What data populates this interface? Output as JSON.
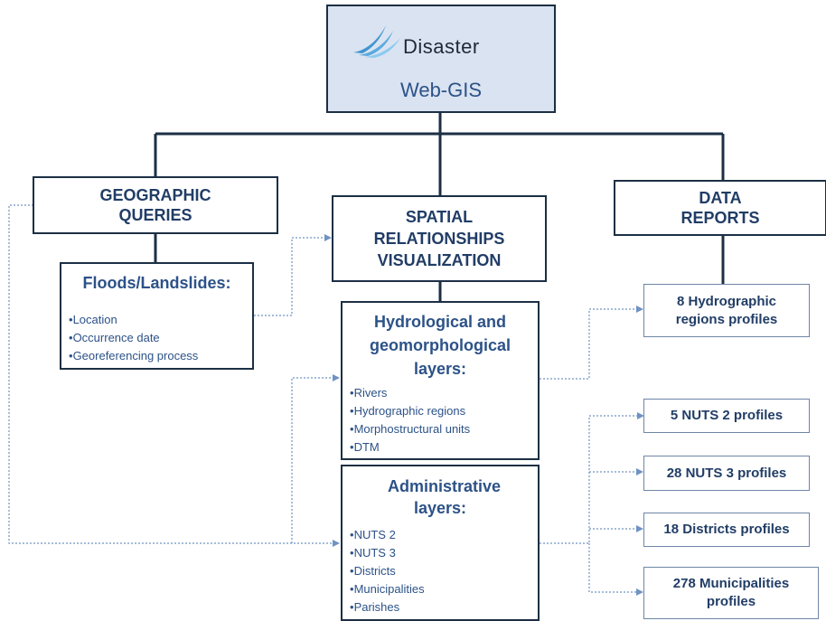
{
  "top": {
    "logo": "Disaster",
    "subtitle": "Web-GIS"
  },
  "geographic_queries": {
    "title": "GEOGRAPHIC QUERIES"
  },
  "spatial": {
    "title": "SPATIAL RELATIONSHIPS VISUALIZATION"
  },
  "data_reports": {
    "title": "DATA REPORTS"
  },
  "floods": {
    "title": "Floods/Landslides:",
    "items": [
      "Location",
      "Occurrence date",
      "Georeferencing process"
    ]
  },
  "hydro": {
    "title": "Hydrological and geomorphological layers:",
    "items": [
      "Rivers",
      "Hydrographic regions",
      "Morphostructural units",
      "DTM"
    ]
  },
  "admin": {
    "title": "Administrative layers:",
    "items": [
      "NUTS 2",
      "NUTS 3",
      "Districts",
      "Municipalities",
      "Parishes"
    ]
  },
  "reports": [
    "8 Hydrographic regions profiles",
    "5 NUTS 2 profiles",
    "28 NUTS 3 profiles",
    "18 Districts profiles",
    "278 Municipalities profiles"
  ],
  "colors": {
    "box_border": "#1c2f44",
    "top_fill": "#dae3f1",
    "heading": "#213d66",
    "text": "#2c5288",
    "dotted_link": "#6f93c2"
  }
}
